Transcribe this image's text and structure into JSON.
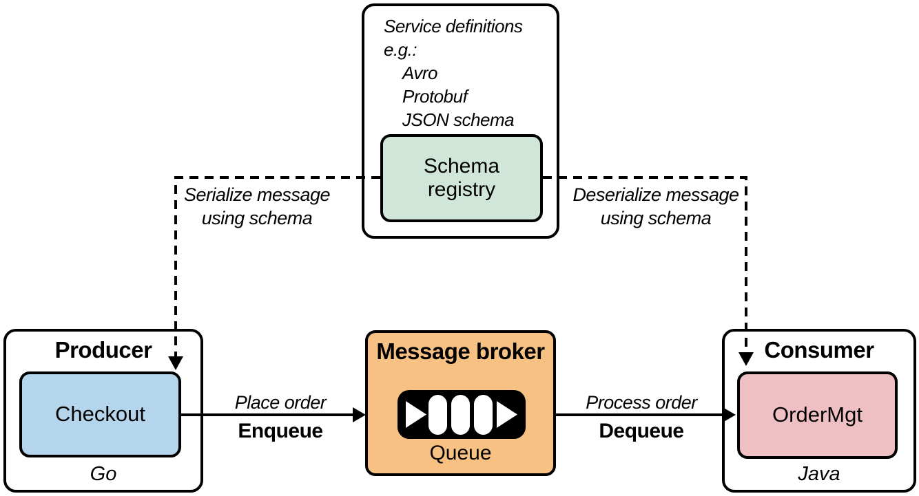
{
  "diagram": {
    "registry_panel": {
      "heading_line1": "Service definitions",
      "heading_line2": "e.g.:",
      "example1": "Avro",
      "example2": "Protobuf",
      "example3": "JSON schema",
      "box_line1": "Schema",
      "box_line2": "registry"
    },
    "producer": {
      "title": "Producer",
      "component": "Checkout",
      "language": "Go"
    },
    "broker": {
      "title": "Message broker",
      "queue_label": "Queue"
    },
    "consumer": {
      "title": "Consumer",
      "component": "OrderMgt",
      "language": "Java"
    },
    "edges": {
      "serialize_line1": "Serialize message",
      "serialize_line2": "using schema",
      "deserialize_line1": "Deserialize message",
      "deserialize_line2": "using schema",
      "place_order": "Place order",
      "enqueue": "Enqueue",
      "process_order": "Process order",
      "dequeue": "Dequeue"
    },
    "colors": {
      "schema_registry_fill": "#cfe6d8",
      "checkout_fill": "#b5d5ec",
      "broker_fill": "#f7c183",
      "ordermgt_fill": "#eec0c4",
      "line_color": "#000000",
      "queue_icon_bg": "#000000"
    },
    "icons": {
      "queue_icon": "queue-icon"
    }
  }
}
